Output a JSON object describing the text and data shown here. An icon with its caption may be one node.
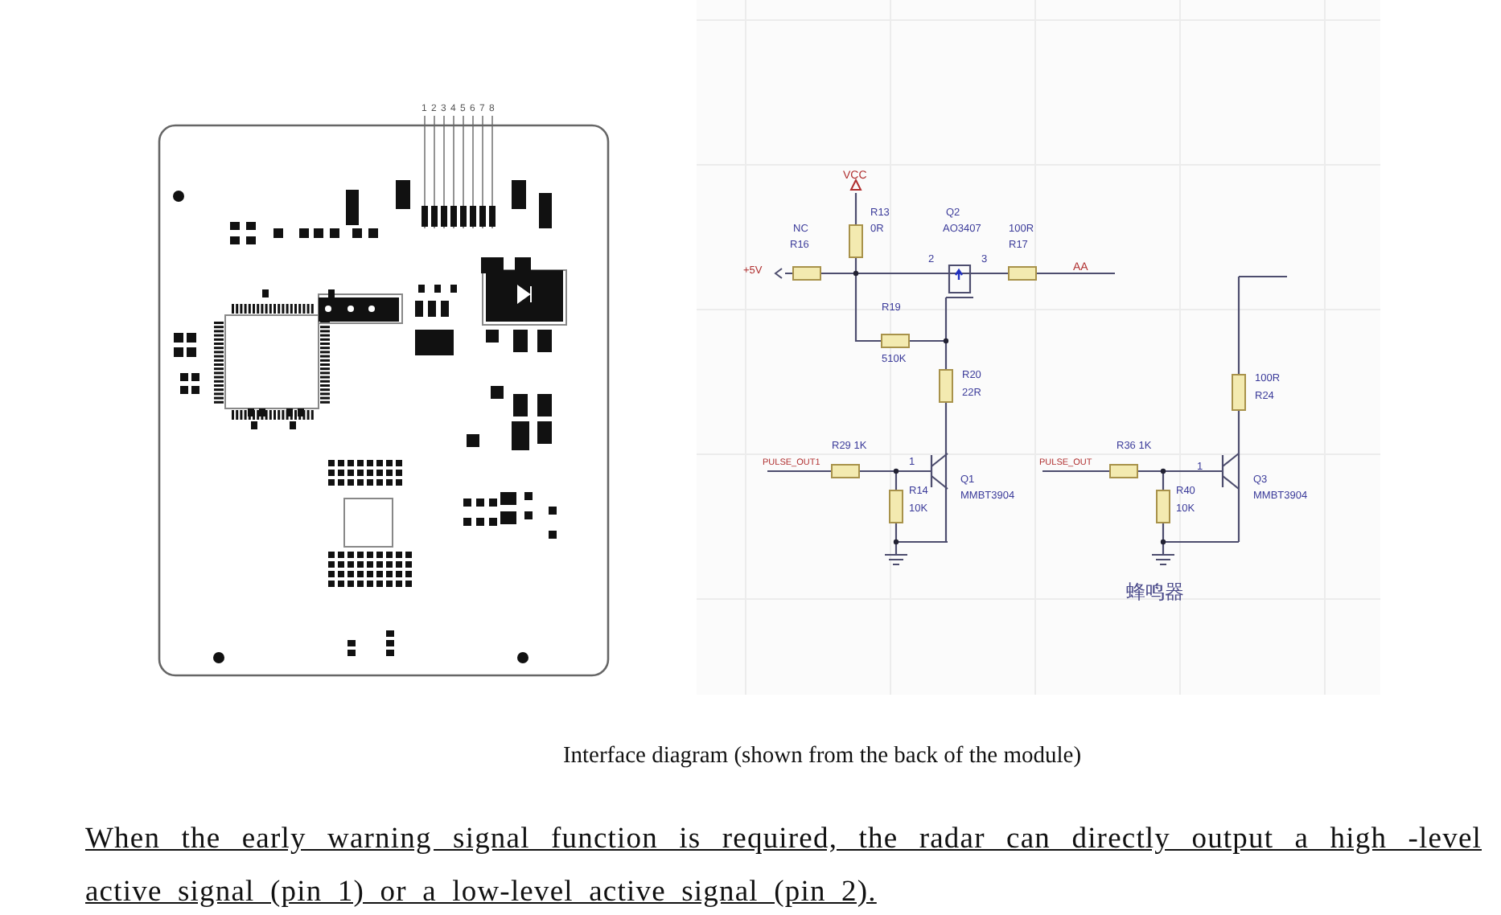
{
  "diagram": {
    "caption": "Interface diagram (shown from the back of the module)",
    "labels": [
      "1",
      "2",
      "3",
      "4",
      "5",
      "6",
      "7",
      "8",
      "VCC",
      "R13",
      "Q2",
      "NC",
      "0R",
      "AO3407",
      "100R",
      "R16",
      "R17",
      "+5V",
      "2",
      "3",
      "AA",
      "R19",
      "510K",
      "R20",
      "22R",
      "R29  1K",
      "PULSE_OUT1",
      "1",
      "Q1",
      "MMBT3904",
      "R14",
      "10K",
      "100R",
      "R24",
      "R36  1K",
      "PULSE_OUT",
      "1",
      "R40",
      "10K",
      "Q3",
      "MMBT3904",
      "蜂鸣器",
      "When the early warning signal function is required, the radar can directly output a high -level active signal (pin 1) or a low-level active signal (pin 2)."
    ]
  }
}
